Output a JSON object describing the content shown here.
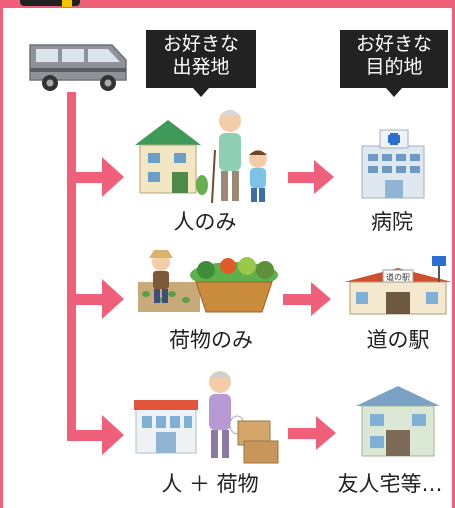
{
  "header": {
    "origin_label_line1": "お好きな",
    "origin_label_line2": "出発地",
    "destination_label_line1": "お好きな",
    "destination_label_line2": "目的地"
  },
  "routes": [
    {
      "cargo": "人のみ",
      "destination": "病院"
    },
    {
      "cargo": "荷物のみ",
      "destination": "道の駅"
    },
    {
      "cargo": "人 ＋ 荷物",
      "destination": "友人宅等…"
    }
  ],
  "colors": {
    "accent": "#f0607a",
    "label_bg": "#222222"
  }
}
